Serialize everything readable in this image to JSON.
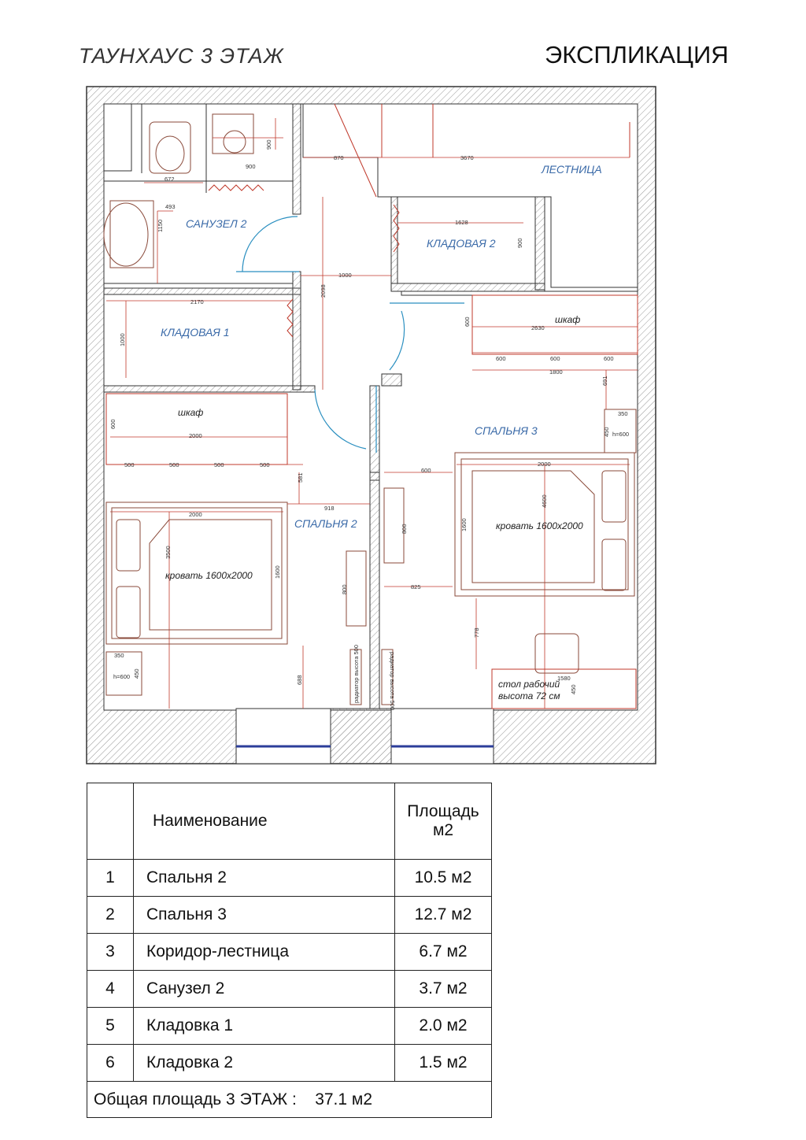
{
  "header": {
    "title_left": "ТАУНХАУС  3  ЭТАЖ",
    "title_right": "ЭКСПЛИКАЦИЯ"
  },
  "plan": {
    "rooms": {
      "bathroom": "САНУЗЕЛ 2",
      "stairs": "ЛЕСТНИЦА",
      "storage2": "КЛАДОВАЯ 2",
      "storage1": "КЛАДОВАЯ 1",
      "bedroom3": "СПАЛЬНЯ 3",
      "bedroom2": "СПАЛЬНЯ 2"
    },
    "furniture": {
      "wardrobe": "шкаф",
      "bed": "кровать 1600x2000",
      "desk_line1": "стол рабочий",
      "desk_line2": "высота 72  см",
      "radiator": "радиатор высота 500",
      "height_note": "h=600"
    },
    "dims": {
      "d672": "672",
      "d493": "493",
      "d1150": "1150",
      "d900": "900",
      "d870": "870",
      "d3670": "3670",
      "d1628": "1628",
      "d1000": "1000",
      "d2098": "2098",
      "d2170": "2170",
      "d2630": "2630",
      "d600": "600",
      "d1800": "1800",
      "d691": "691",
      "d350": "350",
      "d450": "450",
      "d2000": "2000",
      "d500": "500",
      "d581": "581",
      "d918": "918",
      "d3500": "3500",
      "d1600": "1600",
      "d4600": "4600",
      "d800": "800",
      "d825": "825",
      "d778": "778",
      "d688": "688",
      "d1580": "1580"
    }
  },
  "table": {
    "header_name": "Наименование",
    "header_area_line1": "Площадь",
    "header_area_line2": "м2",
    "rows": [
      {
        "num": "1",
        "name": "Спальня 2",
        "area": "10.5 м2"
      },
      {
        "num": "2",
        "name": "Спальня 3",
        "area": "12.7 м2"
      },
      {
        "num": "3",
        "name": "Коридор-лестница",
        "area": "6.7 м2"
      },
      {
        "num": "4",
        "name": "Санузел 2",
        "area": "3.7 м2"
      },
      {
        "num": "5",
        "name": "Кладовка 1",
        "area": "2.0 м2"
      },
      {
        "num": "6",
        "name": "Кладовка 2",
        "area": "1.5 м2"
      }
    ],
    "total_label": "Общая площадь  3 ЭТАЖ :",
    "total_value": "37.1 м2"
  },
  "colors": {
    "wall_line": "#333333",
    "dimension": "#c0392b",
    "door": "#2a8fc0",
    "room_label": "#3a6aa8",
    "window": "#2c3e9a"
  }
}
